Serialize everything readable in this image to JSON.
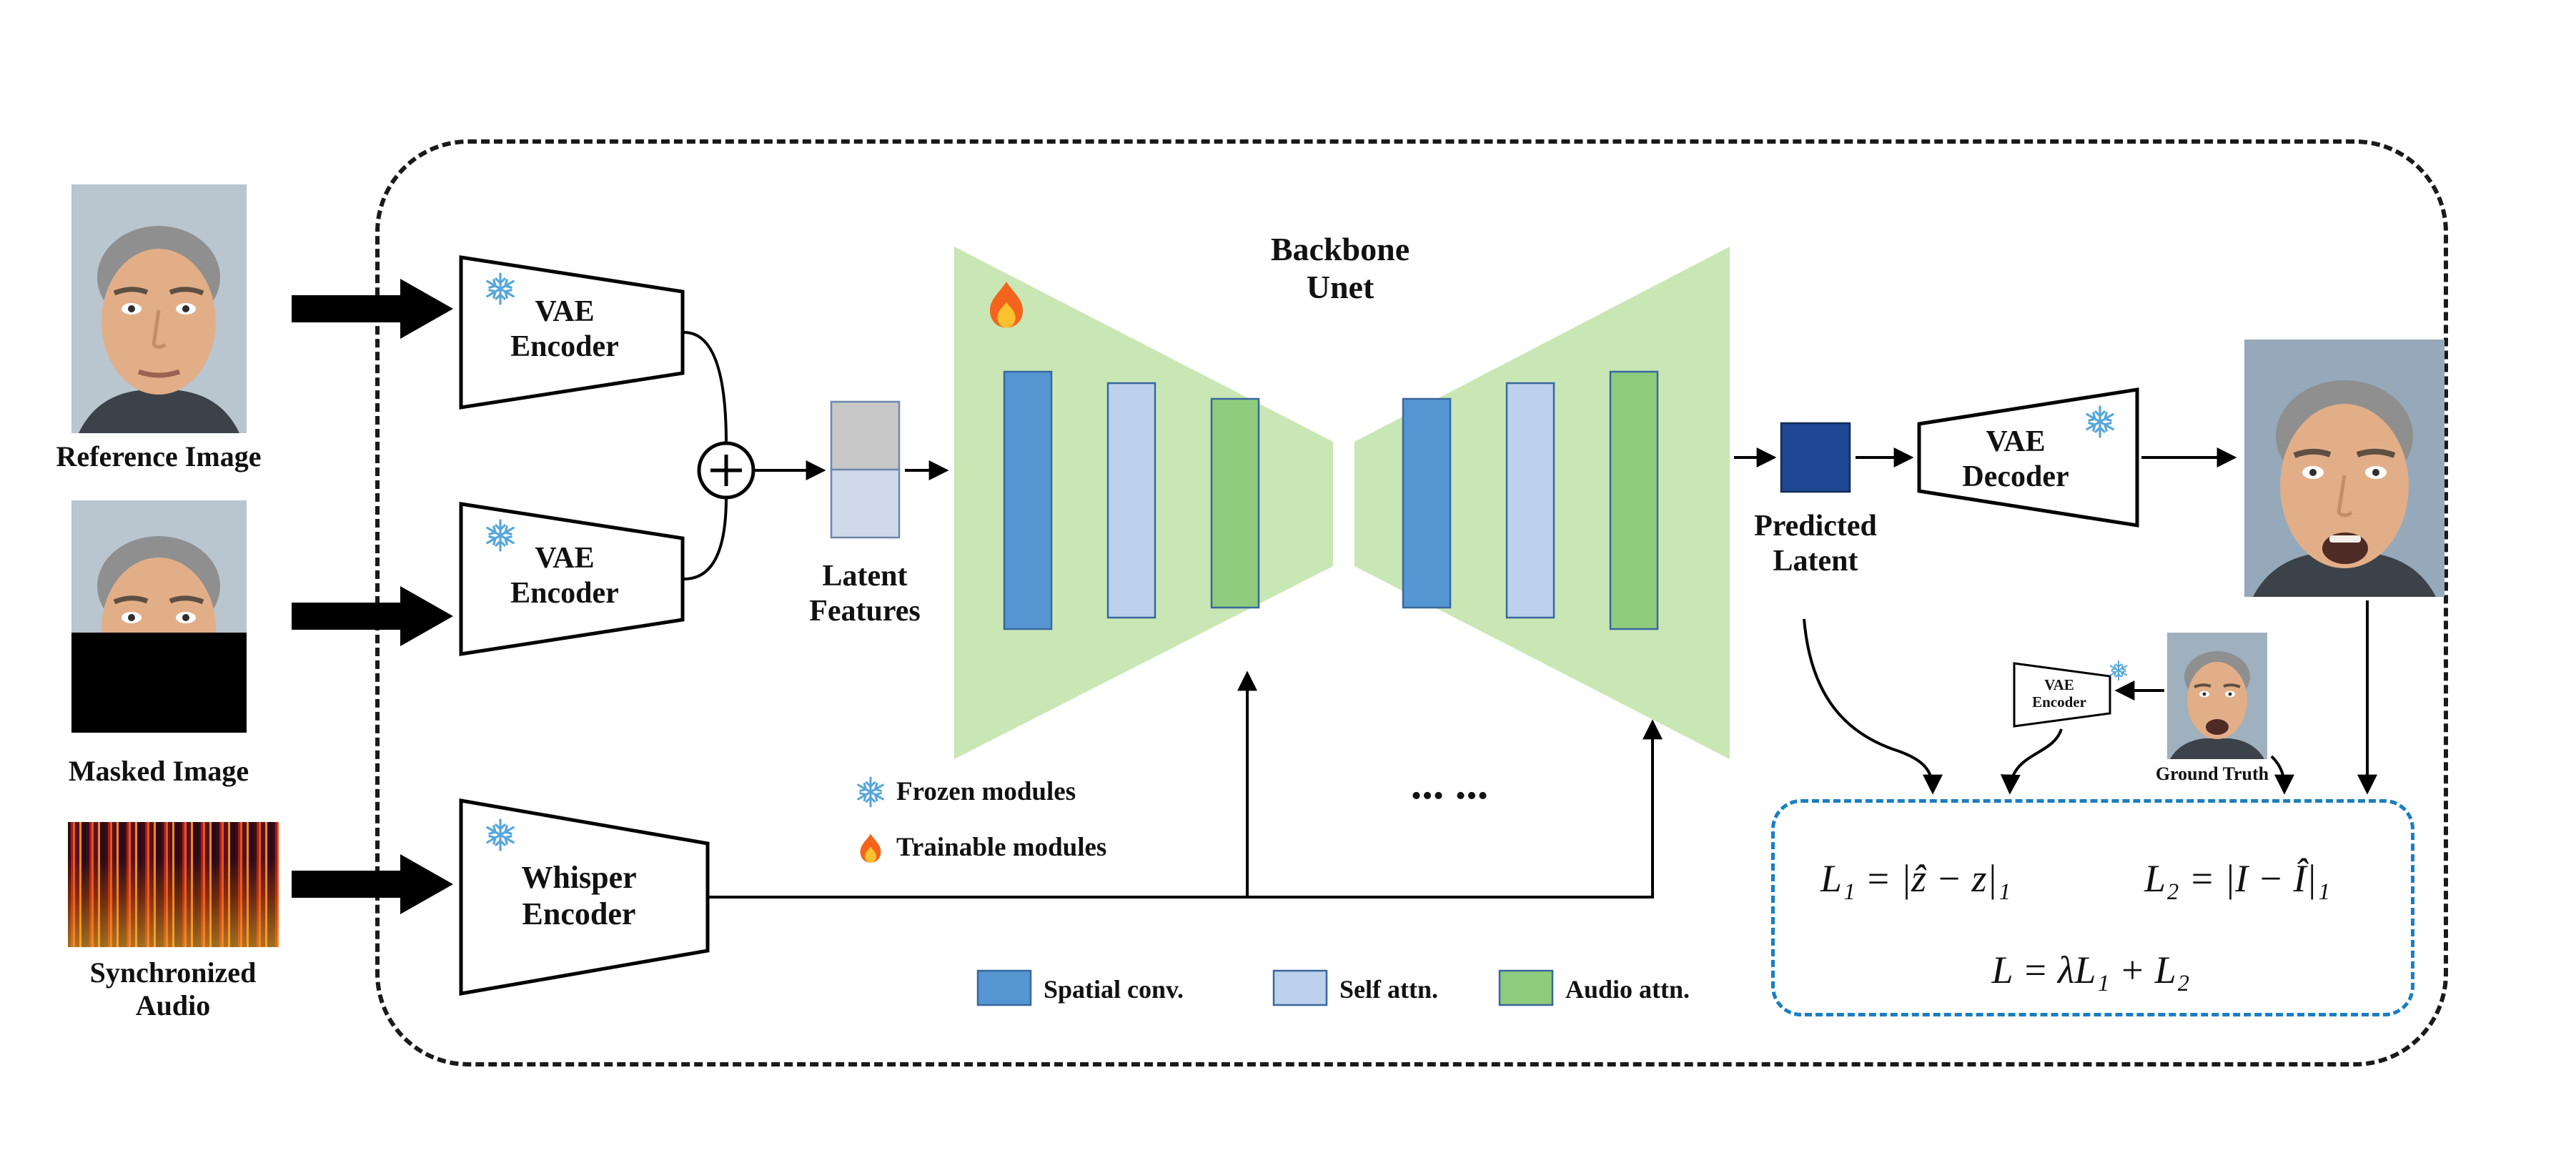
{
  "diagram": {
    "inputs": {
      "reference_label": "Reference Image",
      "masked_label": "Masked Image",
      "audio_label": "Synchronized\nAudio"
    },
    "modules": {
      "vae_encoder_top": "VAE\nEncoder",
      "vae_encoder_bottom": "VAE\nEncoder",
      "whisper_encoder": "Whisper\nEncoder",
      "backbone_title": "Backbone\nUnet",
      "latent_features": "Latent\nFeatures",
      "predicted_latent": "Predicted\nLatent",
      "vae_decoder": "VAE\nDecoder",
      "vae_encoder_small": "VAE\nEncoder",
      "ellipsis": "... ...",
      "ground_truth_label": "Ground Truth"
    },
    "legend": {
      "frozen": "Frozen modules",
      "trainable": "Trainable modules",
      "spatial_conv": "Spatial conv.",
      "self_attn": "Self attn.",
      "audio_attn": "Audio attn."
    },
    "loss": {
      "l1": "L₁ = |ẑ − z|₁",
      "l2": "L₂ = |I − Î|₁",
      "total": "L = λL₁ + L₂"
    }
  },
  "colors": {
    "spatial_conv": "#5596d2",
    "self_attn": "#bdd0ec",
    "audio_attn": "#8fcb7c",
    "unet_fill": "#c9e7b4",
    "bar_stroke": "#39679e",
    "latent_top": "#c7c7c7",
    "latent_bottom": "#cfd9e9",
    "predicted_latent": "#1e4893",
    "loss_border": "#1b7ec2",
    "snowflake": "#56a6da",
    "flame_outer": "#f4641d",
    "flame_inner": "#fcc12f",
    "arrow": "#000000"
  }
}
